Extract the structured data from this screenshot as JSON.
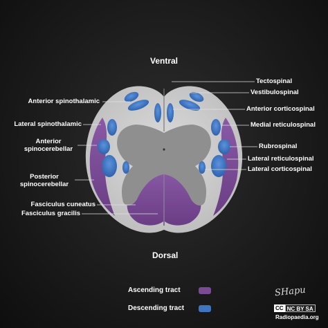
{
  "orientation": {
    "top": "Ventral",
    "bottom": "Dorsal"
  },
  "labels_left": {
    "anterior_spinothalamic": "Anterior spinothalamic",
    "lateral_spinothalamic": "Lateral spinothalamic",
    "anterior_spinocerebellar_1": "Anterior",
    "anterior_spinocerebellar_2": "spinocerebellar",
    "posterior_spinocerebellar_1": "Posterior",
    "posterior_spinocerebellar_2": "spinocerebellar",
    "fasciculus_cuneatus": "Fasciculus cuneatus",
    "fasciculus_gracilis": "Fasciculus gracilis"
  },
  "labels_right": {
    "tectospinal": "Tectospinal",
    "vestibulospinal": "Vestibulospinal",
    "anterior_corticospinal": "Anterior corticospinal",
    "medial_reticulospinal": "Medial reticulospinal",
    "rubrospinal": "Rubrospinal",
    "lateral_reticulospinal": "Lateral reticulospinal",
    "lateral_corticospinal": "Lateral corticospinal"
  },
  "legend": {
    "ascending": {
      "label": "Ascending tract",
      "color": "#7a4a92"
    },
    "descending": {
      "label": "Descending tract",
      "color": "#3e74c0"
    }
  },
  "credit": {
    "signature": "SHapu",
    "license_cc": "CC",
    "license_terms": "NC BY SA",
    "site": "Radiopaedia.org"
  },
  "colors": {
    "white_matter": "#cfcfcf",
    "grey_matter": "#8f8f8f",
    "ascending": "#7a4a92",
    "descending": "#3e74c0"
  }
}
